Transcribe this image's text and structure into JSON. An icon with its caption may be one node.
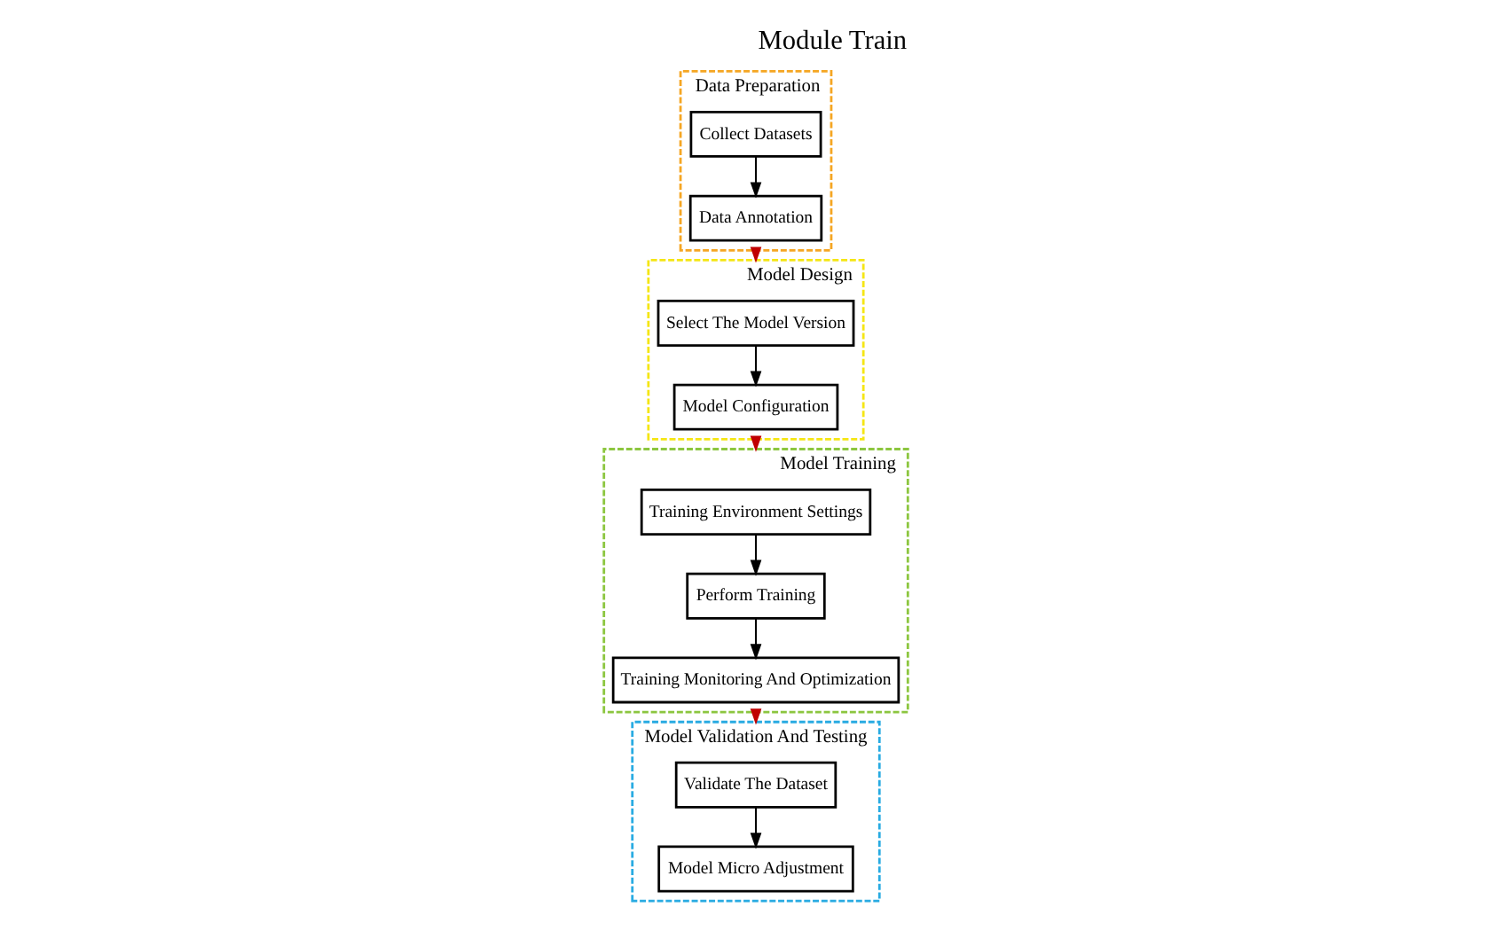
{
  "diagram": {
    "title": "Module Train",
    "nodes": [
      {
        "text": [
          "Data Preparation"
        ]
      },
      {
        "text": [
          "Collect Datasets"
        ],
        "in": 0
      },
      {
        "text": [
          "Data Annotation"
        ],
        "in": 0
      },
      {
        "text": [
          "Model Design"
        ]
      },
      {
        "text": [
          "Select The Model Version"
        ],
        "in": 3
      },
      {
        "text": [
          "Model Configuration"
        ],
        "in": 3
      },
      {
        "text": [
          "Model Training"
        ]
      },
      {
        "text": [
          "Training Environment Settings"
        ],
        "in": 6
      },
      {
        "text": [
          "Perform Training"
        ],
        "in": 6
      },
      {
        "text": [
          "Training Monitoring And Optimization"
        ],
        "in": 6
      },
      {
        "text": [
          "Model Validation And Testing"
        ]
      },
      {
        "text": [
          "Validate The Dataset"
        ],
        "in": 10
      },
      {
        "text": [
          "Model Micro Adjustment"
        ],
        "in": 10
      }
    ],
    "edges": [
      {
        "from": 1,
        "to": 2,
        "arrow": "to"
      },
      {
        "from": 0,
        "to": 3,
        "arrow": "to",
        "color": "#c00000"
      },
      {
        "from": 4,
        "to": 5,
        "arrow": "to"
      },
      {
        "from": 3,
        "to": 6,
        "arrow": "to",
        "color": "#c00000"
      },
      {
        "from": 7,
        "to": 8,
        "arrow": "to"
      },
      {
        "from": 8,
        "to": 9,
        "arrow": "to"
      },
      {
        "from": 6,
        "to": 10,
        "arrow": "to",
        "color": "#c00000"
      },
      {
        "from": 11,
        "to": 12,
        "arrow": "to"
      }
    ]
  }
}
